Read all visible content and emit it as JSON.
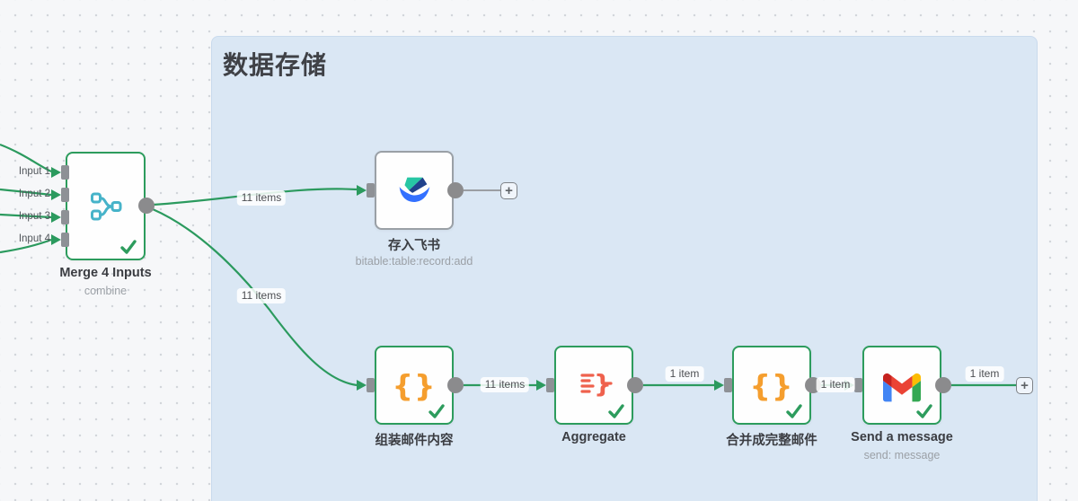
{
  "sticky": {
    "title": "数据存储",
    "bg_color": "#dae7f4"
  },
  "colors": {
    "edge_green": "#2b9a5e",
    "edge_gray": "#9b9ea3",
    "node_border_green": "#2d9c5d",
    "node_border_gray": "#9aa0a6",
    "braces_orange": "#f59e2e",
    "aggregate_red": "#ef614d",
    "merge_blue": "#46b3c9"
  },
  "nodes": {
    "merge": {
      "title": "Merge 4 Inputs",
      "subtitle": "combine",
      "inputs": [
        "Input 1",
        "Input 2",
        "Input 3",
        "Input 4"
      ],
      "icon": "merge-icon",
      "status": "success"
    },
    "feishu": {
      "title": "存入飞书",
      "subtitle": "bitable:table:record:add",
      "icon": "lark-base-icon",
      "status": "none"
    },
    "compose": {
      "title": "组装邮件内容",
      "icon": "braces-icon",
      "status": "success"
    },
    "aggregate": {
      "title": "Aggregate",
      "icon": "aggregate-icon",
      "status": "success"
    },
    "combine_mail": {
      "title": "合并成完整邮件",
      "icon": "braces-icon",
      "status": "success"
    },
    "gmail": {
      "title": "Send a message",
      "subtitle": "send: message",
      "icon": "gmail-icon",
      "status": "success"
    }
  },
  "edges": {
    "merge_to_feishu": "11 items",
    "merge_to_compose": "11 items",
    "compose_to_aggregate": "11 items",
    "aggregate_to_combine": "1 item",
    "combine_to_gmail": "1 item",
    "gmail_to_add": "1 item"
  },
  "icons": {
    "plus": "+",
    "braces": "{}"
  }
}
